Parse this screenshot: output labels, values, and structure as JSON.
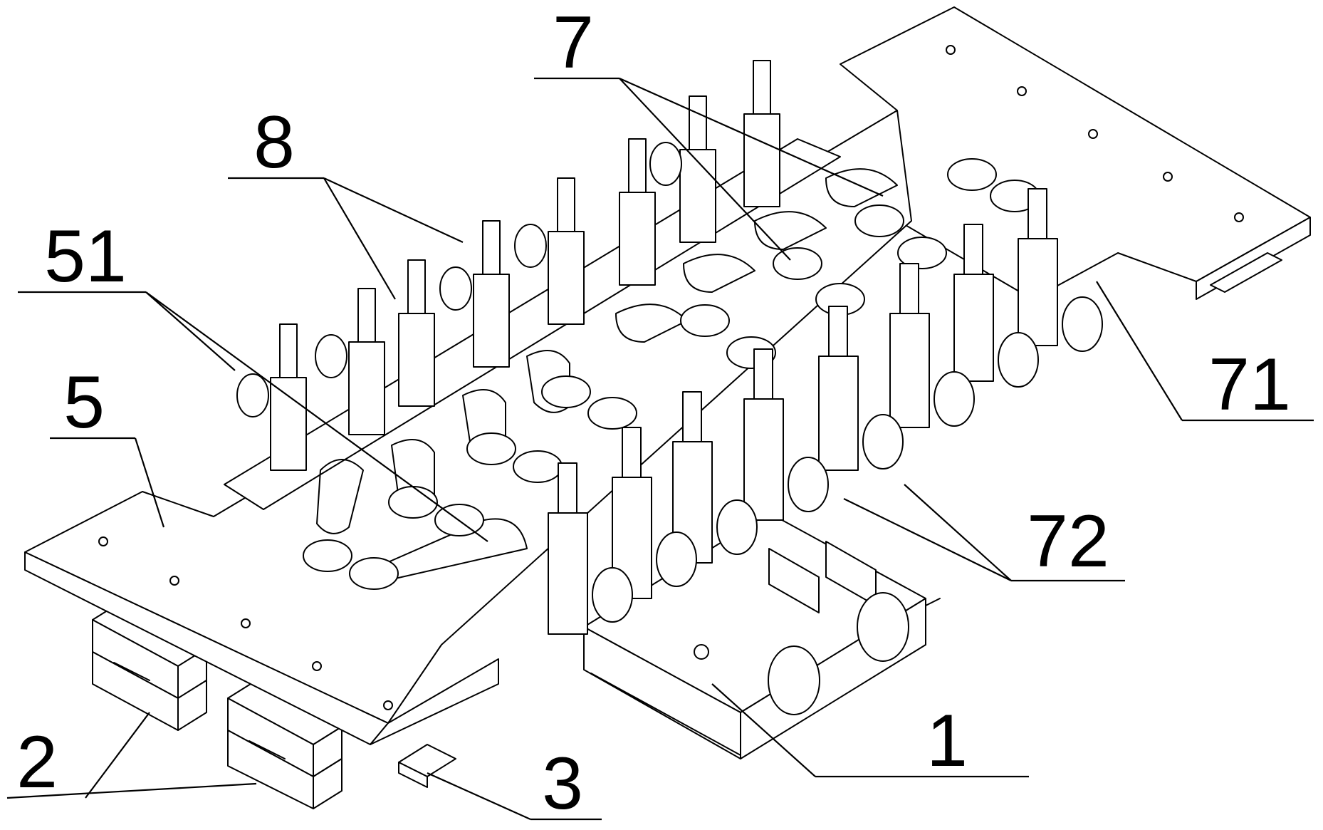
{
  "labels": {
    "l1": "1",
    "l2": "2",
    "l3": "3",
    "l5": "5",
    "l51": "51",
    "l7": "7",
    "l71": "71",
    "l72": "72",
    "l8": "8"
  },
  "colors": {
    "line": "#000000",
    "background": "#ffffff"
  }
}
